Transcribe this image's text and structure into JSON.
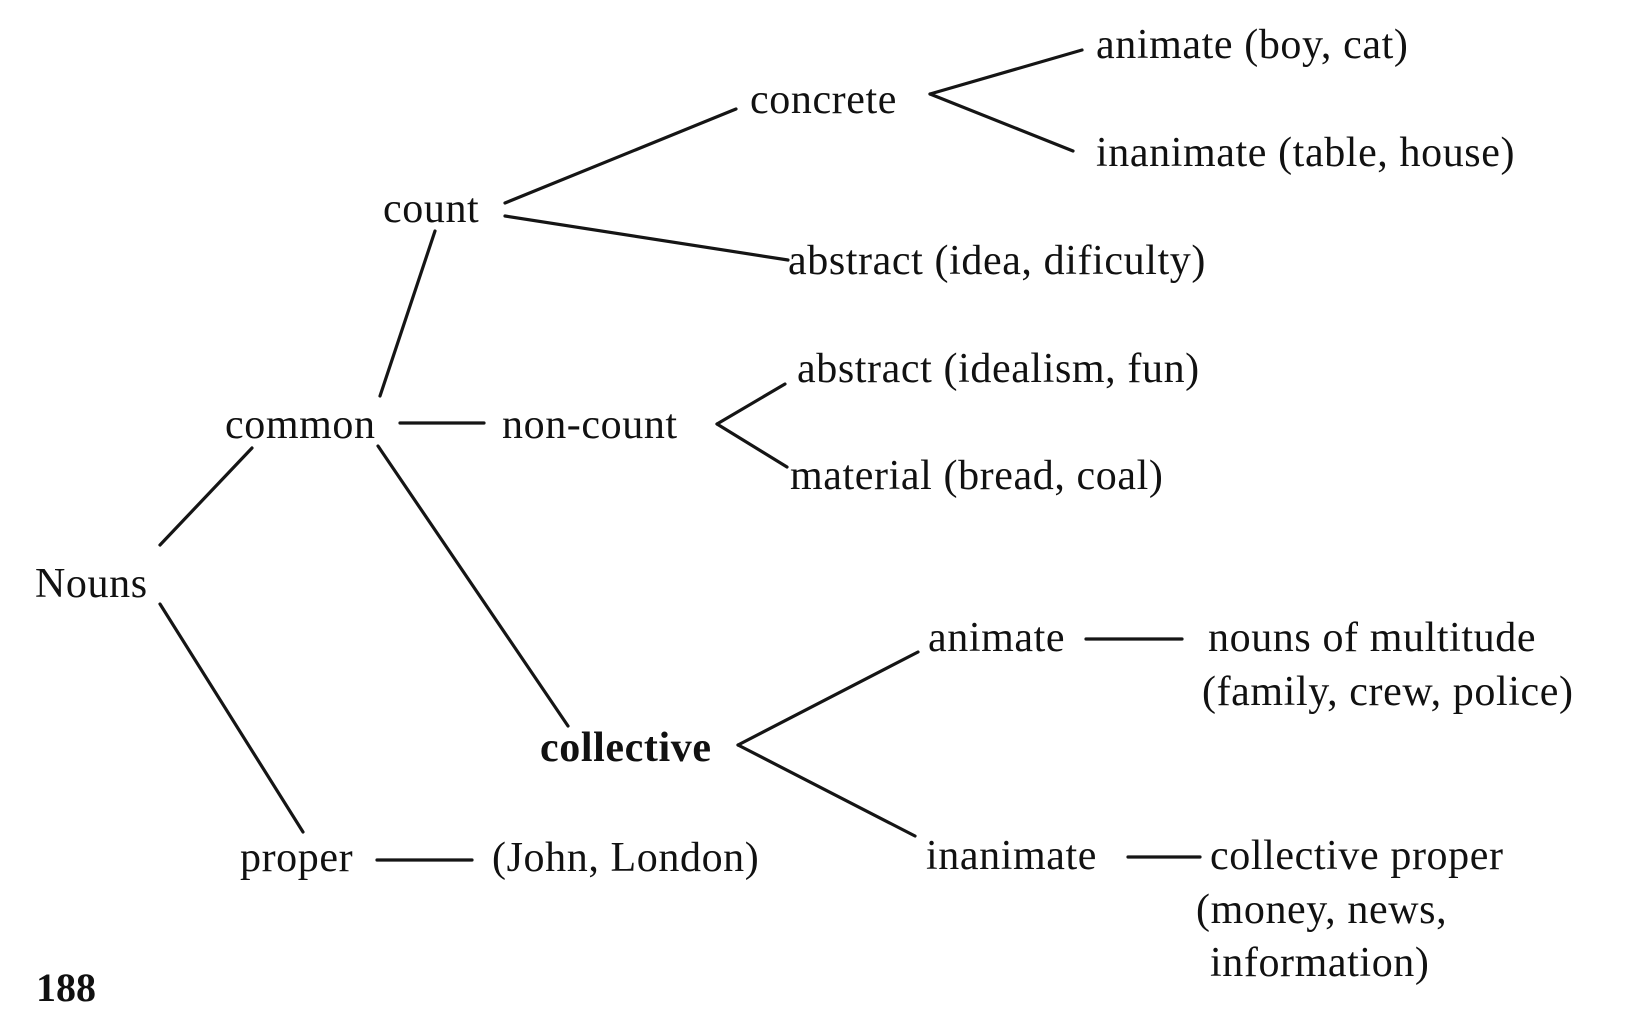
{
  "diagram": {
    "root": "Nouns",
    "nodes": {
      "common": "common",
      "proper": "proper",
      "proper_example": "(John, London)",
      "count": "count",
      "non_count": "non-count",
      "collective": "collective",
      "concrete": "concrete",
      "concrete_animate": "animate (boy, cat)",
      "concrete_inanimate": "inanimate (table, house)",
      "count_abstract": "abstract (idea, dificulty)",
      "noncount_abstract": "abstract (idealism, fun)",
      "noncount_material": "material (bread, coal)",
      "collective_animate": "animate",
      "collective_inanimate": "inanimate",
      "multitude_line1": "nouns of multitude",
      "multitude_line2": "(family, crew, police)",
      "coll_proper_line1": "collective proper",
      "coll_proper_line2": "(money, news,",
      "coll_proper_line3": "information)"
    },
    "edges": [
      [
        "Nouns",
        "common"
      ],
      [
        "Nouns",
        "proper"
      ],
      [
        "common",
        "count"
      ],
      [
        "common",
        "non-count"
      ],
      [
        "common",
        "collective"
      ],
      [
        "proper",
        "(John, London)"
      ],
      [
        "count",
        "concrete"
      ],
      [
        "count",
        "abstract (idea, dificulty)"
      ],
      [
        "concrete",
        "animate (boy, cat)"
      ],
      [
        "concrete",
        "inanimate (table, house)"
      ],
      [
        "non-count",
        "abstract (idealism, fun)"
      ],
      [
        "non-count",
        "material (bread, coal)"
      ],
      [
        "collective",
        "animate"
      ],
      [
        "collective",
        "inanimate"
      ],
      [
        "animate",
        "nouns of multitude"
      ],
      [
        "inanimate",
        "collective proper"
      ]
    ]
  },
  "page_number": "188"
}
